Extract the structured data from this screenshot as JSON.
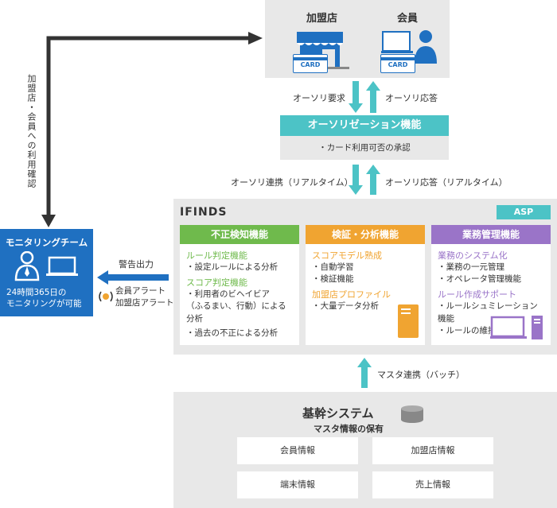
{
  "top": {
    "store_label": "加盟店",
    "member_label": "会員",
    "card_label_store": "CARD",
    "card_label_member": "CARD"
  },
  "auth_flow": {
    "request": "オーソリ要求",
    "response": "オーソリ応答"
  },
  "auth_func": {
    "title": "オーソリゼーション機能",
    "desc": "・カード利用可否の承認"
  },
  "realtime": {
    "link": "オーソリ連携（リアルタイム）",
    "response": "オーソリ応答（リアルタイム）"
  },
  "ifinds": {
    "title": "IFINDS",
    "badge": "ASP",
    "col1": {
      "title": "不正検知機能",
      "sub1": "ルール判定機能",
      "items1": "・設定ルールによる分析",
      "sub2": "スコア判定機能",
      "items2": "・利用者のビヘイビア\n（ふるまい、行動）による分析",
      "items3": "・過去の不正による分析"
    },
    "col2": {
      "title": "検証・分析機能",
      "sub1": "スコアモデル熟成",
      "items1": "・自動学習\n・検証機能",
      "sub2": "加盟店プロファイル",
      "items2": "・大量データ分析"
    },
    "col3": {
      "title": "業務管理機能",
      "sub1": "業務のシステム化",
      "items1": "・業務の一元管理\n・オペレータ管理機能",
      "sub2": "ルール作成サポート",
      "items2": "・ルールシュミレーション機能\n・ルールの維持"
    }
  },
  "monitoring": {
    "title": "モニタリングチーム",
    "desc": "24時間365日の\nモニタリングが可能",
    "vertical_label": "加盟店・会員への利用確認",
    "alert_out": "警告出力",
    "alert_member": "会員アラート",
    "alert_store": "加盟店アラート"
  },
  "master": {
    "link": "マスタ連携（バッチ）"
  },
  "core": {
    "title": "基幹システム",
    "subtitle": "マスタ情報の保有",
    "cells": [
      "会員情報",
      "加盟店情報",
      "端末情報",
      "売上情報"
    ]
  },
  "colors": {
    "teal": "#4cc3c6",
    "green": "#6fba4c",
    "orange": "#f0a431",
    "purple": "#9a74c8",
    "blue": "#1f70c1",
    "gray_bg": "#e8e8e8"
  }
}
